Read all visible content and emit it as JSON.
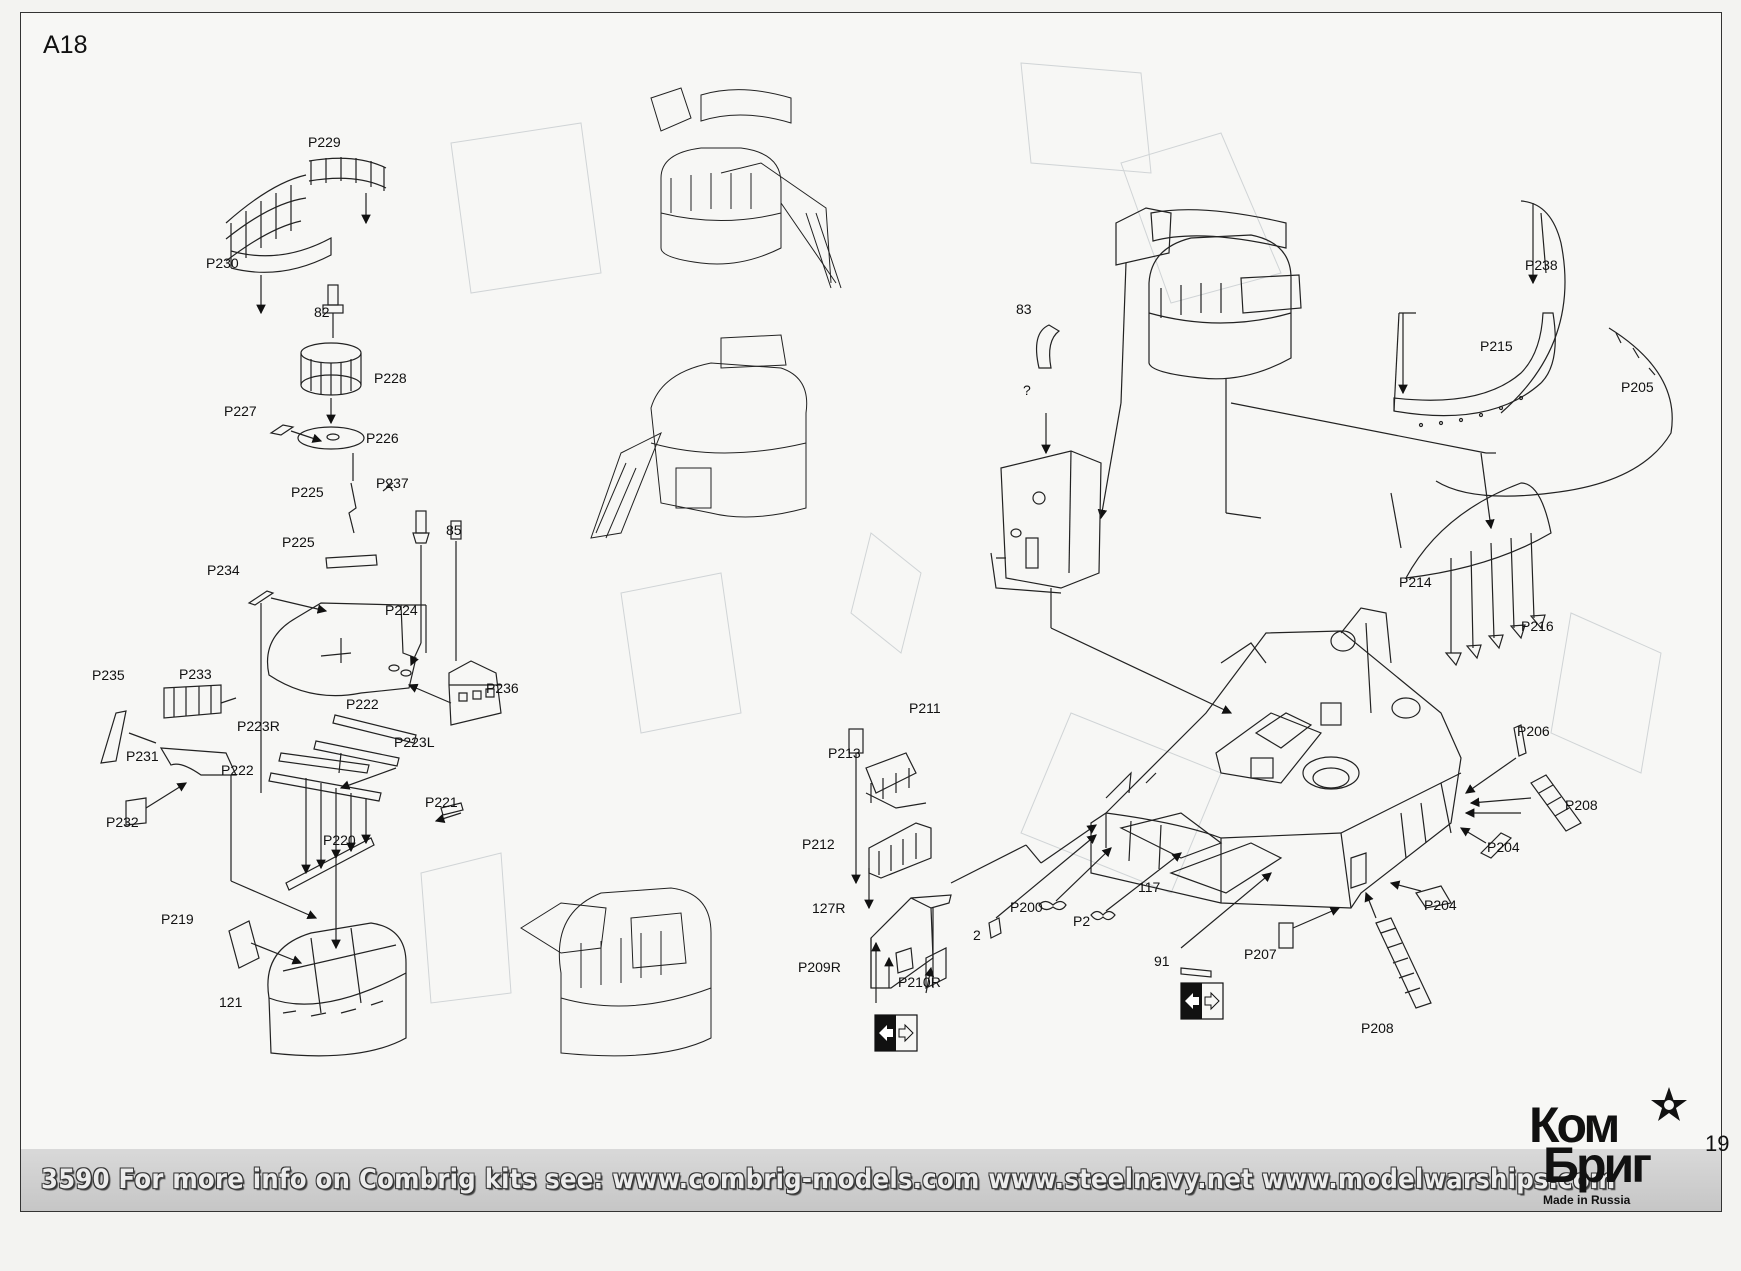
{
  "page": {
    "id": "A18",
    "number": "19"
  },
  "labels": {
    "P229": "P229",
    "P230": "P230",
    "n82": "82",
    "P228": "P228",
    "P227": "P227",
    "P226": "P226",
    "P237": "P237",
    "P225a": "P225",
    "n85": "85",
    "P225b": "P225",
    "P234": "P234",
    "P224": "P224",
    "P233": "P233",
    "P235": "P235",
    "P236": "P236",
    "P222a": "P222",
    "P223R": "P223R",
    "P223L": "P223L",
    "P231": "P231",
    "P222b": "P222",
    "P221": "P221",
    "P232": "P232",
    "P220": "P220",
    "P219": "P219",
    "n121": "121",
    "n83": "83",
    "q": "?",
    "P238": "P238",
    "P215": "P215",
    "P205": "P205",
    "P214": "P214",
    "P216": "P216",
    "P211": "P211",
    "P213": "P213",
    "P206": "P206",
    "P208a": "P208",
    "P212": "P212",
    "P204a": "P204",
    "n127R": "127R",
    "n117": "117",
    "P204b": "P204",
    "P200": "P200",
    "P2": "P2",
    "n2": "2",
    "P209R": "P209R",
    "P210R": "P210R",
    "P207": "P207",
    "n91": "91",
    "P208b": "P208"
  },
  "footer": {
    "text": "3590  For more info on Combrig kits see: www.combrig-models.com www.steelnavy.net  www.modelwarships.com"
  },
  "logo": {
    "line1": "Ком",
    "line2": "Бриг",
    "tagline": "Made in Russia"
  },
  "icons": [
    "direction-arrow-icon",
    "star-logo-icon"
  ]
}
